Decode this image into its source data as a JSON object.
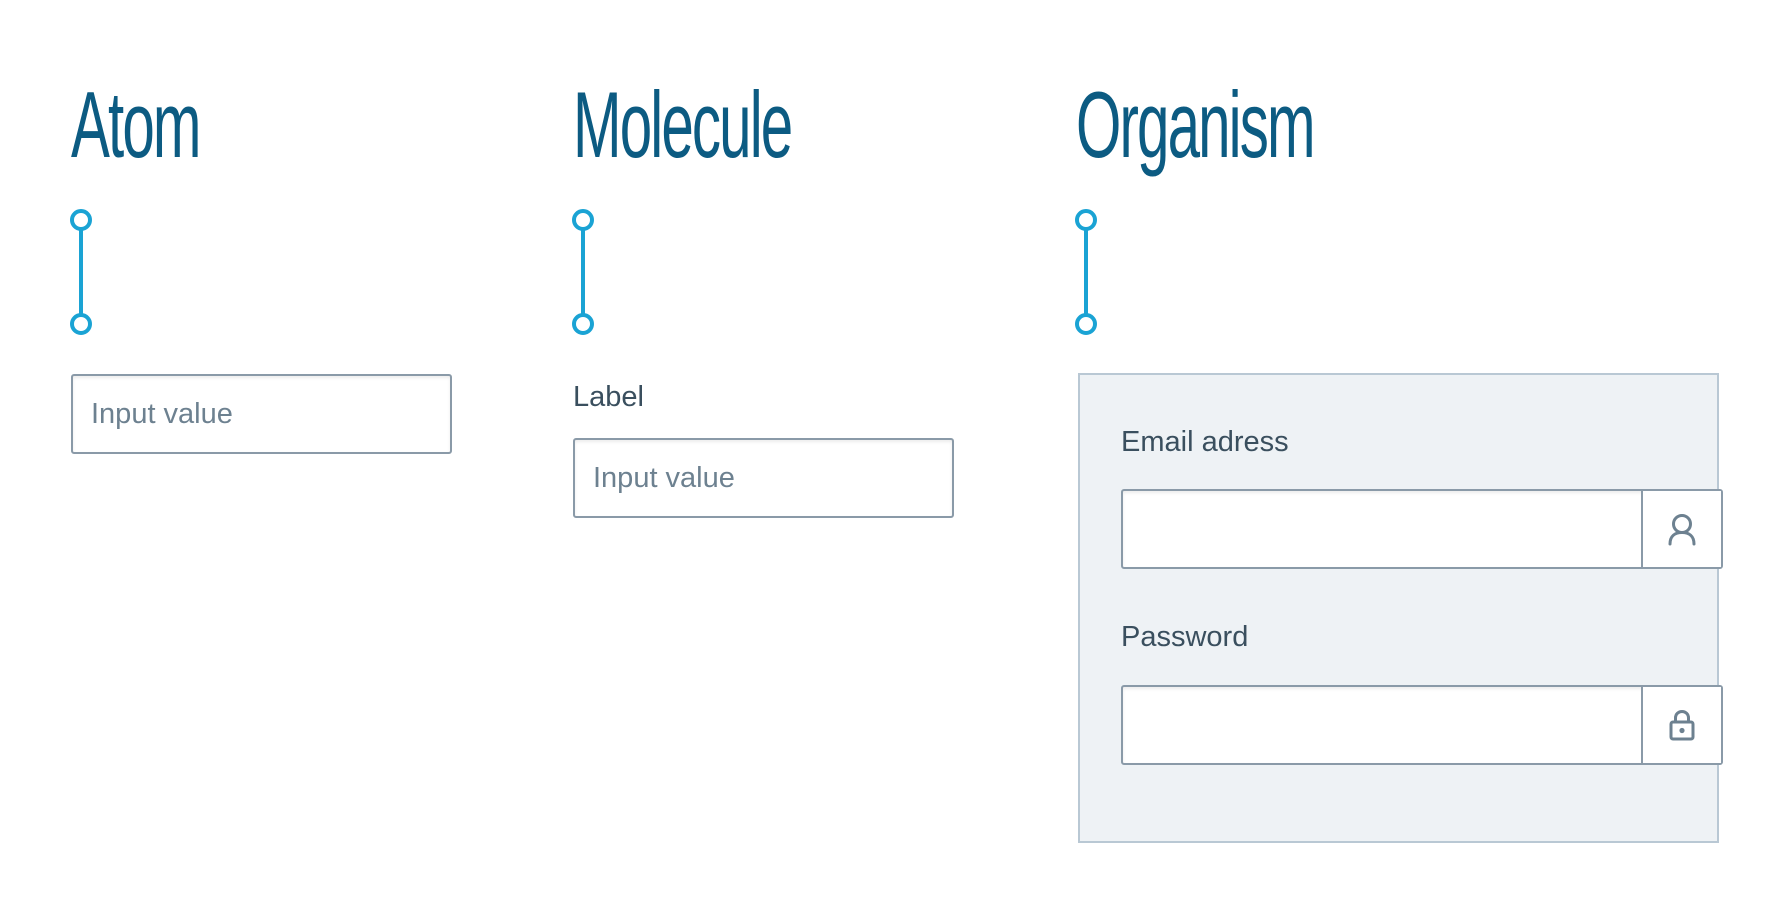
{
  "columns": {
    "atom": {
      "title": "Atom",
      "input": {
        "placeholder": "Input value"
      }
    },
    "molecule": {
      "title": "Molecule",
      "label": "Label",
      "input": {
        "placeholder": "Input value"
      }
    },
    "organism": {
      "title": "Organism",
      "email": {
        "label": "Email adress",
        "value": "",
        "icon": "user-icon"
      },
      "password": {
        "label": "Password",
        "value": "",
        "icon": "lock-icon"
      }
    }
  },
  "colors": {
    "heading": "#0c5b82",
    "connector": "#1aa3d4",
    "label": "#3a4f5e",
    "placeholder": "#6d8190",
    "input_border": "#8a9aa8",
    "card_background": "#eef2f5",
    "card_border": "#b9c8d4"
  }
}
